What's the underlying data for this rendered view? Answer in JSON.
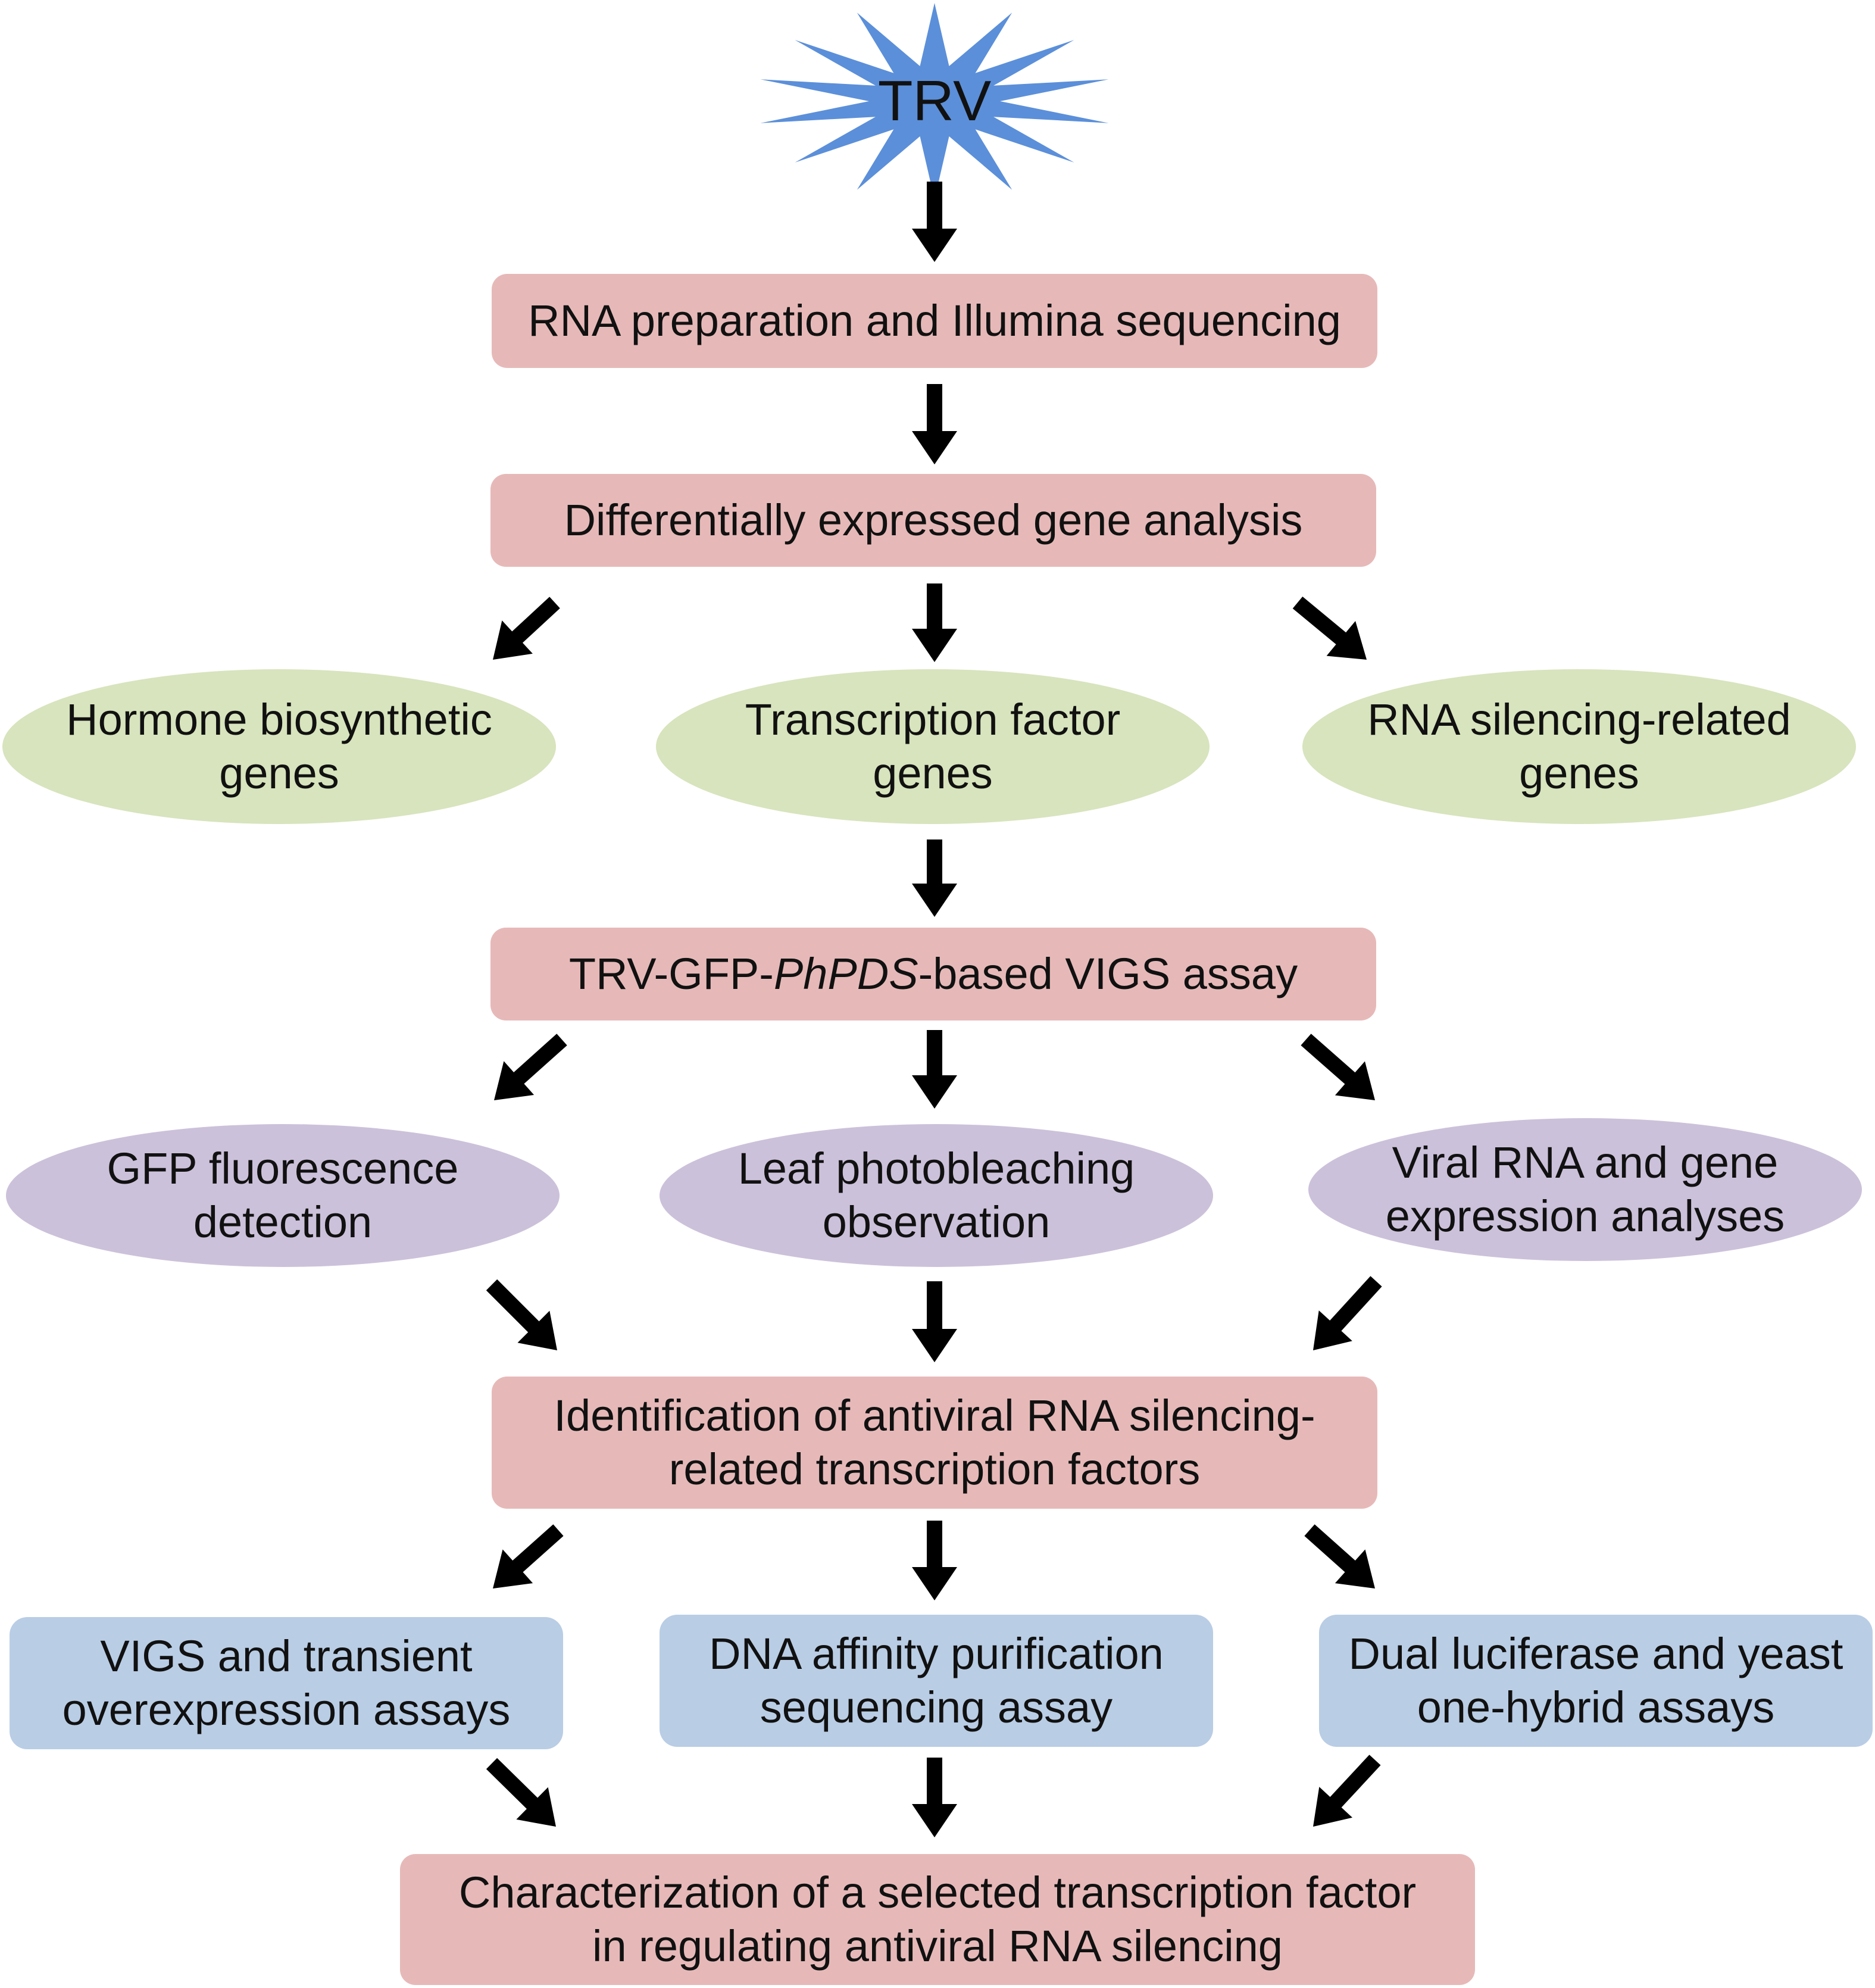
{
  "start": {
    "label": "TRV",
    "color": "#5b8fd9"
  },
  "steps": {
    "rna_prep": "RNA preparation and Illumina sequencing",
    "deg_analysis": "Differentially expressed gene analysis",
    "vigs_assay": {
      "prefix": "TRV-GFP-",
      "italic": "PhPDS",
      "suffix": "-based VIGS assay"
    },
    "identification": "Identification of antiviral RNA silencing-\nrelated transcription factors",
    "characterization": "Characterization of a selected transcription factor\nin regulating antiviral RNA silencing"
  },
  "gene_groups": [
    {
      "label": "Hormone biosynthetic\ngenes"
    },
    {
      "label": "Transcription factor\ngenes"
    },
    {
      "label": "RNA silencing-related\ngenes"
    }
  ],
  "screens": [
    {
      "label": "GFP fluorescence\ndetection"
    },
    {
      "label": "Leaf photobleaching\nobservation"
    },
    {
      "label": "Viral RNA and gene\nexpression analyses"
    }
  ],
  "assays": [
    {
      "label": "VIGS and transient\noverexpression assays"
    },
    {
      "label": "DNA affinity purification\nsequencing assay"
    },
    {
      "label": "Dual luciferase and yeast\none-hybrid assays"
    }
  ],
  "colors": {
    "process_box": "#e6b9b8",
    "gene_group": "#d7e4bd",
    "screen": "#ccc1da",
    "assay": "#b9cde5",
    "arrow": "#000000"
  }
}
